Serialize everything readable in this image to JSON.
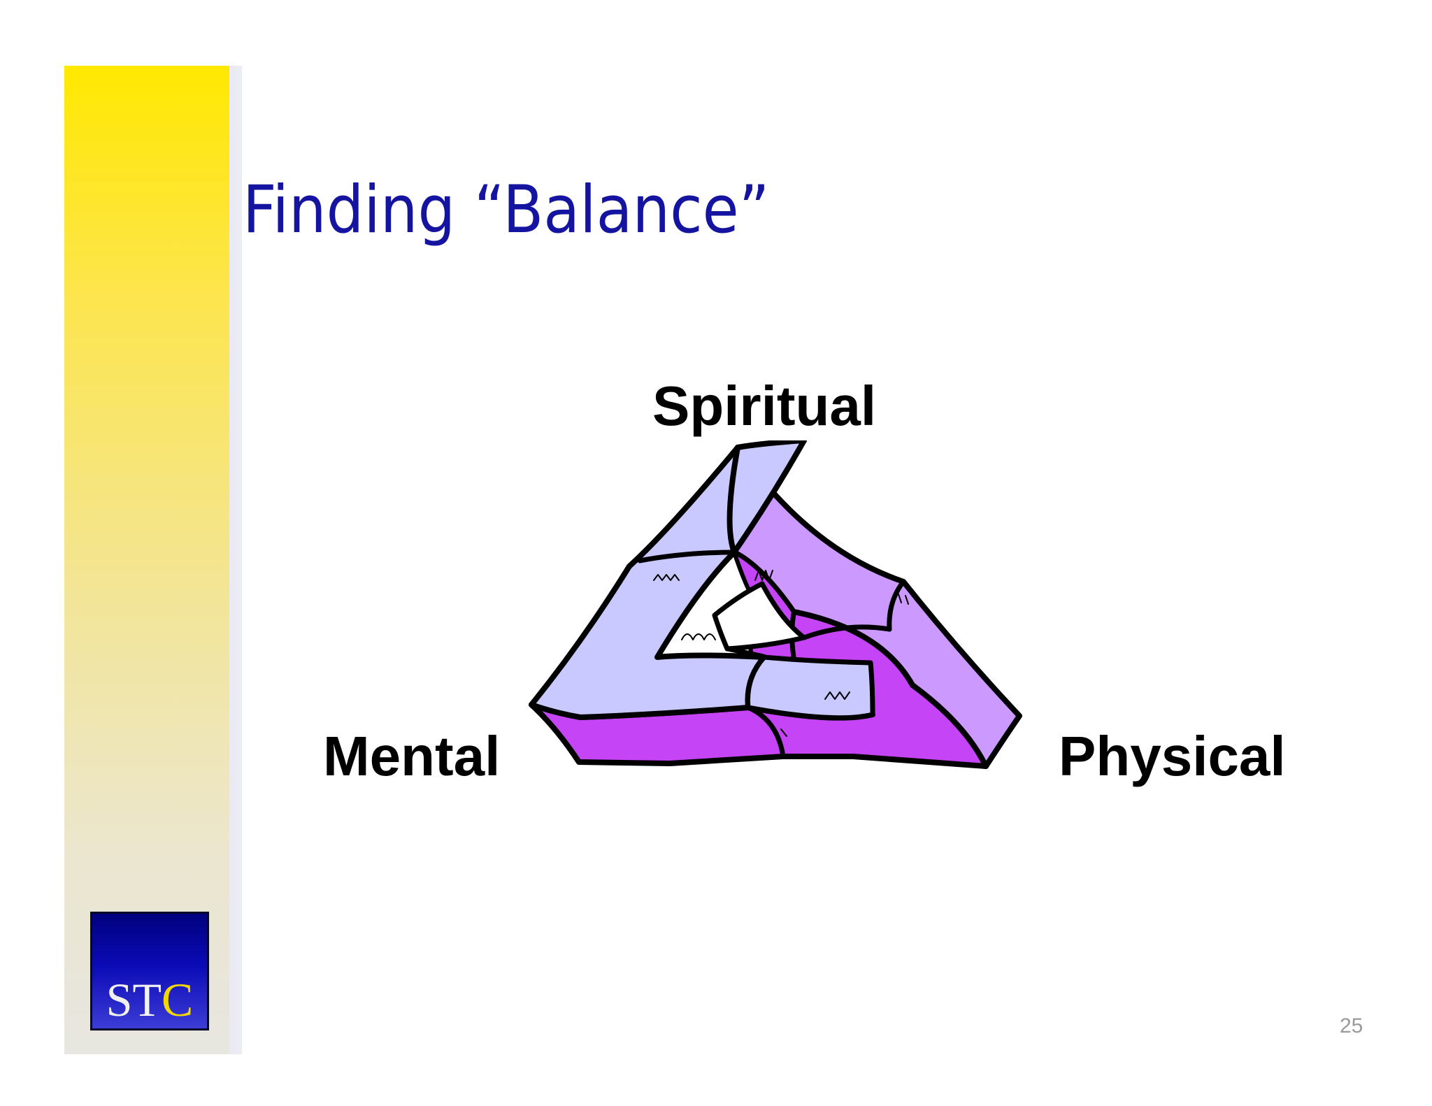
{
  "slide": {
    "title": "Finding “Balance”",
    "page_number": "25"
  },
  "logo": {
    "s": "S",
    "t": "T",
    "c": "C"
  },
  "diagram": {
    "labels": {
      "top": "Spiritual",
      "left": "Mental",
      "right": "Physical"
    },
    "colors": {
      "light": "#c9c8ff",
      "medium": "#cc99ff",
      "dark": "#c544f5",
      "outline": "#000000"
    }
  }
}
